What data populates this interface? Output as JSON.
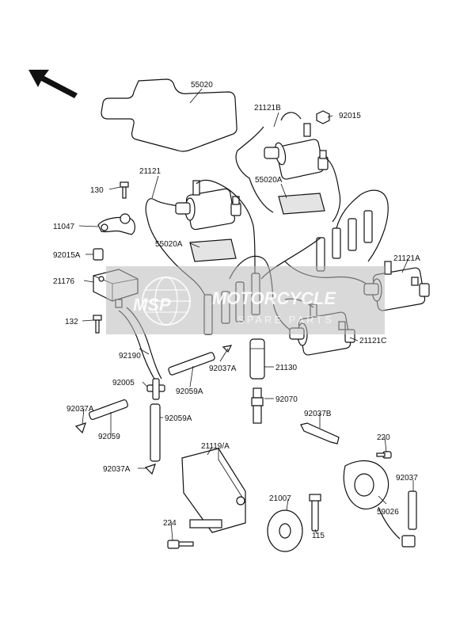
{
  "watermark": {
    "brand": "MSP",
    "line1": "MOTORCYCLE",
    "line2": "SPARE PARTS",
    "color": "#b9b9b9"
  },
  "parts": [
    {
      "key": "p55020",
      "label": "55020"
    },
    {
      "key": "p21121B",
      "label": "21121B"
    },
    {
      "key": "p92015",
      "label": "92015"
    },
    {
      "key": "p55020A_top",
      "label": "55020A"
    },
    {
      "key": "p21121",
      "label": "21121"
    },
    {
      "key": "p130",
      "label": "130"
    },
    {
      "key": "p11047",
      "label": "11047"
    },
    {
      "key": "p92015A",
      "label": "92015A"
    },
    {
      "key": "p55020A_mid",
      "label": "55020A"
    },
    {
      "key": "p21176",
      "label": "21176"
    },
    {
      "key": "p21121A",
      "label": "21121A"
    },
    {
      "key": "p132",
      "label": "132"
    },
    {
      "key": "p21121C",
      "label": "21121C"
    },
    {
      "key": "p92190",
      "label": "92190"
    },
    {
      "key": "p92037A_1",
      "label": "92037A"
    },
    {
      "key": "p21130",
      "label": "21130"
    },
    {
      "key": "p92005",
      "label": "92005"
    },
    {
      "key": "p92059A_1",
      "label": "92059A"
    },
    {
      "key": "p92070",
      "label": "92070"
    },
    {
      "key": "p92037A_2",
      "label": "92037A"
    },
    {
      "key": "p92037B",
      "label": "92037B"
    },
    {
      "key": "p92059A_2",
      "label": "92059A"
    },
    {
      "key": "p92059",
      "label": "92059"
    },
    {
      "key": "p220",
      "label": "220"
    },
    {
      "key": "p21119A",
      "label": "21119/A"
    },
    {
      "key": "p92037A_3",
      "label": "92037A"
    },
    {
      "key": "p92037",
      "label": "92037"
    },
    {
      "key": "p21007",
      "label": "21007"
    },
    {
      "key": "p224",
      "label": "224"
    },
    {
      "key": "p59026",
      "label": "59026"
    },
    {
      "key": "p115",
      "label": "115"
    }
  ]
}
